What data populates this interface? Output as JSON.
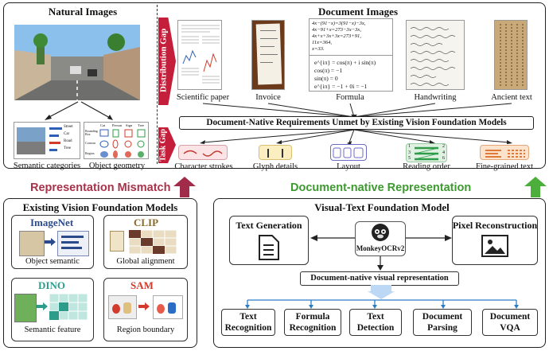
{
  "top": {
    "natural_title": "Natural Images",
    "document_title": "Document Images",
    "distribution_gap": "Distribution Gap",
    "task_gap": "Task Gap",
    "natural_captions": [
      "Semantic categories",
      "Object geometry"
    ],
    "obj_geom_headers": [
      "Cat",
      "Person",
      "Sign",
      "Tree"
    ],
    "obj_geom_rows": [
      "Bounding Box",
      "Contour",
      "Region"
    ],
    "sem_cat_labels": [
      "Street",
      "Car",
      "Road",
      "Tree"
    ],
    "document_captions": [
      "Scientific paper",
      "Invoice",
      "Formula",
      "Handwriting",
      "Ancient text"
    ],
    "formula_lines_a": [
      "4x−(91−x)=3(91−x)−3x,",
      "4x−91+x=273−3x−3x,",
      "4x+x+3x+3x=273+91,",
      "11x=364,",
      "x=33."
    ],
    "formula_lines_b": [
      "e^{iπ} = cos(π) + i sin(π)",
      "cos(π) = −1",
      "sin(π) = 0",
      "e^{iπ} = −1 + 0i = −1"
    ],
    "requirements_title": "Document-Native Requirements Unmet by Existing Vision Foundation Models",
    "requirement_captions": [
      "Character strokes",
      "Glyph details",
      "Layout",
      "Reading order",
      "Fine-grained text"
    ],
    "reading_order_numbers": [
      "1",
      "2",
      "3",
      "4",
      "5",
      "6"
    ]
  },
  "middle": {
    "mismatch_label": "Representation Mismatch",
    "native_label": "Document-native Representation"
  },
  "left": {
    "title": "Existing Vision Foundation Models",
    "models": [
      {
        "name": "ImageNet",
        "caption": "Object semantic",
        "color": "#2b4a8c"
      },
      {
        "name": "CLIP",
        "caption": "Global alignment",
        "color": "#8a6a2a"
      },
      {
        "name": "DINO",
        "caption": "Semantic feature",
        "color": "#2e9c8a"
      },
      {
        "name": "SAM",
        "caption": "Region boundary",
        "color": "#d23b2b"
      }
    ]
  },
  "right": {
    "title": "Visual-Text Foundation Model",
    "text_generation": "Text Generation",
    "pixel_reconstruction": "Pixel Reconstruction",
    "model_name": "MonkeyOCRv2",
    "representation": "Document-native visual representation",
    "tasks": [
      "Text Recognition",
      "Formula Recognition",
      "Text Detection",
      "Document Parsing",
      "Document VQA"
    ]
  },
  "colors": {
    "gap_red": "#c41e3a",
    "mismatch_text": "#a8324a",
    "native_text": "#3c9a2e",
    "arrow_green": "#4caf3c",
    "arrow_maroon": "#a02c4a"
  }
}
